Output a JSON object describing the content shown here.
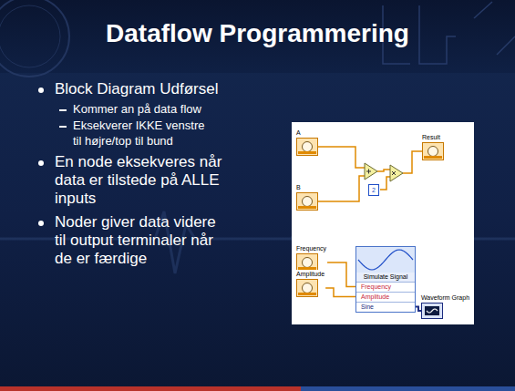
{
  "diagram": {
    "title": "Dataflow Programmering",
    "nodes": [
      {
        "text": [
          "A"
        ]
      },
      {
        "text": [
          "B"
        ]
      },
      {
        "text": [
          "2"
        ]
      },
      {
        "text": [
          "Result"
        ]
      },
      {
        "text": [
          "Frequency"
        ]
      },
      {
        "text": [
          "Amplitude"
        ]
      },
      {
        "text": [
          "Simulate Signal",
          "Frequency",
          "Amplitude",
          "Sine"
        ]
      },
      {
        "text": [
          "Waveform Graph"
        ]
      }
    ],
    "edges": [
      {
        "from": 4,
        "to": 6,
        "arrow": "none"
      },
      {
        "from": 5,
        "to": 6,
        "arrow": "none"
      },
      {
        "from": 6,
        "to": 7,
        "arrow": "none"
      }
    ],
    "labels": [
      "Block Diagram Udførsel",
      "Kommer an på data flow",
      "Eksekverer IKKE venstre til højre/top til bund",
      "En node eksekveres når data er tilstede på ALLE inputs",
      "Noder giver data videre til output terminaler når de er færdige"
    ]
  }
}
